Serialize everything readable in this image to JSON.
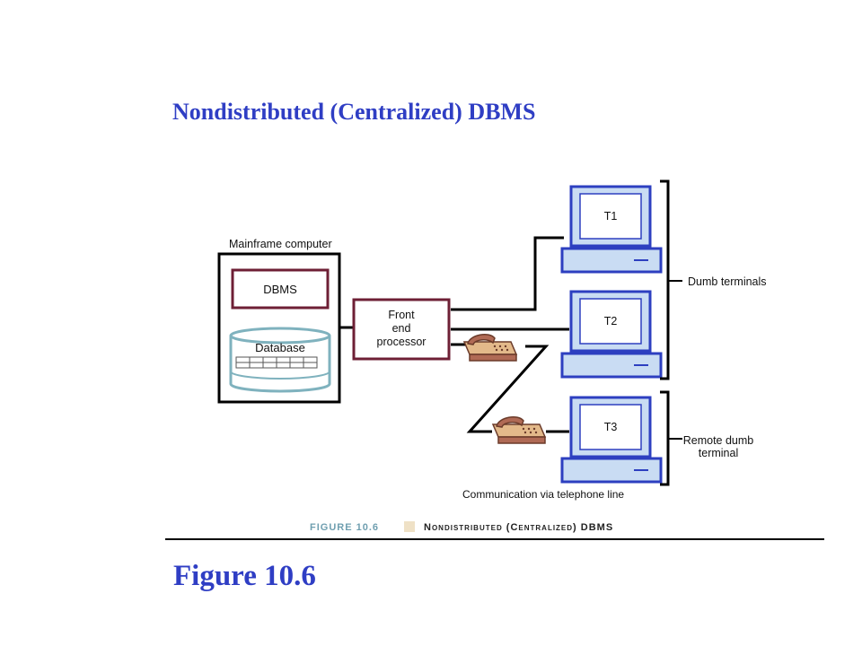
{
  "slide": {
    "title": "Nondistributed (Centralized) DBMS",
    "figure_label": "Figure 10.6"
  },
  "diagram": {
    "mainframe_label": "Mainframe computer",
    "dbms_label": "DBMS",
    "database_label": "Database",
    "fep_line1": "Front",
    "fep_line2": "end",
    "fep_line3": "processor",
    "terminals": [
      "T1",
      "T2",
      "T3"
    ],
    "dumb_terminals_label": "Dumb terminals",
    "remote_line1": "Remote dumb",
    "remote_line2": "terminal",
    "telephone_label": "Communication via telephone line",
    "caption_number": "FIGURE 10.6",
    "caption_text": "Nondistributed (Centralized) DBMS"
  },
  "colors": {
    "title_blue": "#2f3ec4",
    "maroon": "#6e1f35",
    "screen_blue": "#2d3fc0",
    "screen_fill": "#c9dcf3",
    "db_teal": "#7fb2be",
    "phone_red": "#b06a55",
    "phone_tan": "#e3b98a"
  }
}
